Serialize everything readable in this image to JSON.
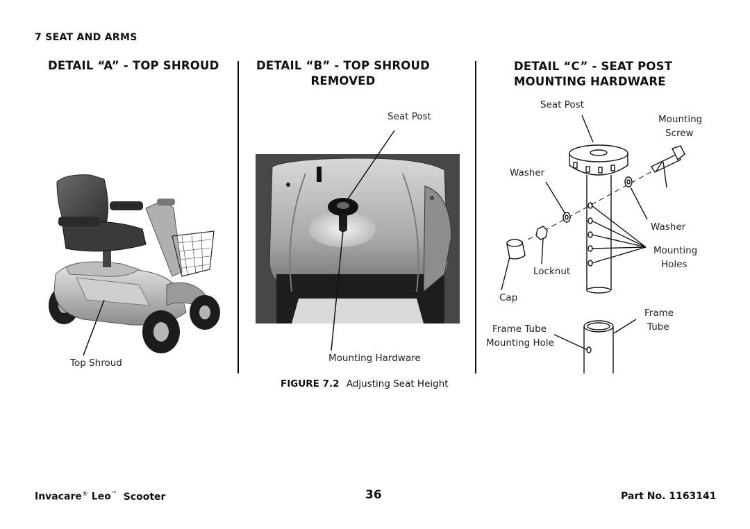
{
  "section_heading": "7  SEAT AND ARMS",
  "detail_a": {
    "title": "DETAIL “A” - TOP SHROUD",
    "label_top_shroud": "Top Shroud"
  },
  "detail_b": {
    "title_line1": "DETAIL “B” - TOP SHROUD",
    "title_line2": "REMOVED",
    "label_seat_post": "Seat Post",
    "label_mounting_hardware": "Mounting Hardware"
  },
  "detail_c": {
    "title_line1": "DETAIL “C” - SEAT POST",
    "title_line2": "MOUNTING HARDWARE",
    "label_seat_post": "Seat Post",
    "label_mounting_screw_1": "Mounting",
    "label_mounting_screw_2": "Screw",
    "label_washer_left": "Washer",
    "label_washer_right": "Washer",
    "label_mounting_holes_1": "Mounting",
    "label_mounting_holes_2": "Holes",
    "label_locknut": "Locknut",
    "label_cap": "Cap",
    "label_frame_tube_1": "Frame",
    "label_frame_tube_2": "Tube",
    "label_frame_tube_hole_1": "Frame Tube",
    "label_frame_tube_hole_2": "Mounting Hole"
  },
  "figure_caption": {
    "number": "FIGURE 7.2",
    "text": "Adjusting Seat Height"
  },
  "footer": {
    "product_brand": "Invacare",
    "product_reg": "®",
    "product_name": "Leo",
    "product_tm": "™",
    "product_type": "Scooter",
    "page_number": "36",
    "part_number": "Part No. 1163141"
  }
}
